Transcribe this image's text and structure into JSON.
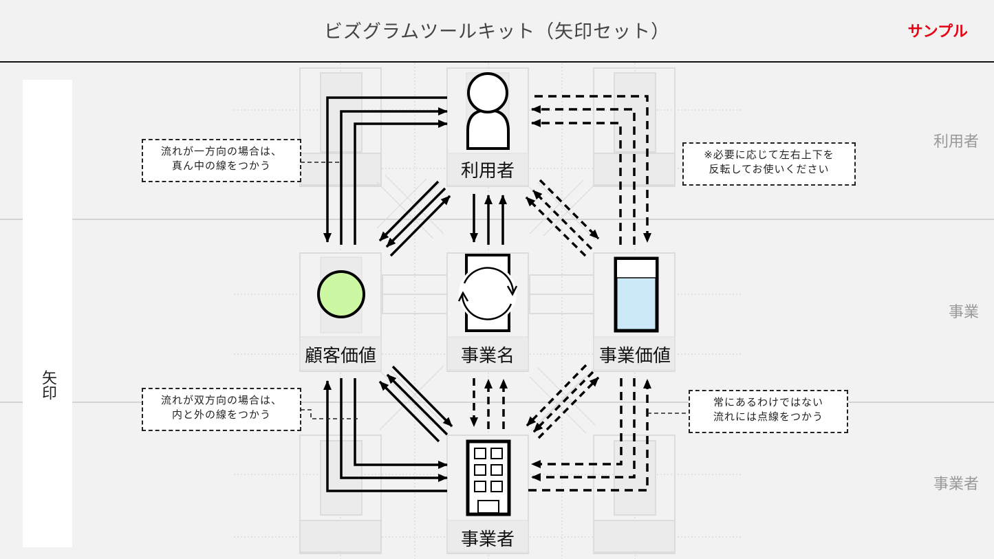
{
  "header": {
    "title": "ビズグラムツールキット（矢印セット）",
    "badge": "サンプル",
    "badge_color": "#e60012"
  },
  "sidebar": {
    "label": "矢印"
  },
  "row_labels": [
    "利用者",
    "事業",
    "事業者"
  ],
  "nodes": {
    "user": {
      "label": "利用者",
      "icon": "person-icon"
    },
    "customer_value": {
      "label": "顧客価値",
      "icon": "circle-icon",
      "color": "#ccf7a3"
    },
    "business_name": {
      "label": "事業名",
      "icon": "cycle-icon"
    },
    "business_value": {
      "label": "事業価値",
      "icon": "filled-container-icon",
      "color": "#cce9f8"
    },
    "operator": {
      "label": "事業者",
      "icon": "building-icon"
    }
  },
  "notes": {
    "one_way": {
      "line1": "流れが一方向の場合は、",
      "line2": "真ん中の線をつかう"
    },
    "flip": {
      "line1": "※必要に応じて左右上下を",
      "line2": "反転してお使いください"
    },
    "two_way": {
      "line1": "流れが双方向の場合は、",
      "line2": "内と外の線をつかう"
    },
    "dotted": {
      "line1": "常にあるわけではない",
      "line2": "流れには点線をつかう"
    }
  },
  "connectors": [
    {
      "from": "user",
      "to": "customer_value",
      "style": "solid",
      "direction": "bidirectional"
    },
    {
      "from": "user",
      "to": "business_name",
      "style": "solid",
      "direction": "bidirectional"
    },
    {
      "from": "user",
      "to": "business_value",
      "style": "dashed",
      "direction": "bidirectional"
    },
    {
      "from": "business_value",
      "to": "user",
      "style": "dashed",
      "direction": "bidirectional"
    },
    {
      "from": "operator",
      "to": "customer_value",
      "style": "solid",
      "direction": "bidirectional"
    },
    {
      "from": "operator",
      "to": "business_name",
      "style": "dashed",
      "direction": "bidirectional"
    },
    {
      "from": "operator",
      "to": "business_value",
      "style": "dashed",
      "direction": "bidirectional"
    },
    {
      "from": "customer_value",
      "to": "user",
      "style": "solid",
      "direction": "bidirectional"
    },
    {
      "from": "customer_value",
      "to": "operator",
      "style": "solid",
      "direction": "bidirectional"
    },
    {
      "from": "business_value",
      "to": "operator",
      "style": "dashed",
      "direction": "bidirectional"
    }
  ]
}
